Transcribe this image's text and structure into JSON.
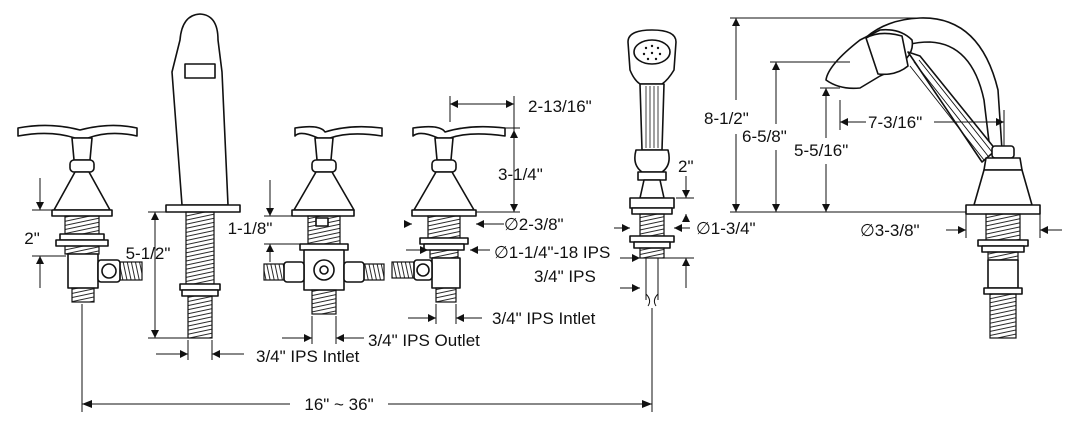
{
  "dimensions": {
    "valve_height": "2\"",
    "spout_height": "5-1/2\"",
    "spout_inlet": "3/4\" IPS Intlet",
    "diverter_height": "1-1/8\"",
    "diverter_outlet": "3/4\" IPS Outlet",
    "valve_inlet": "3/4\" IPS Intlet",
    "handle_reach": "2-13/16\"",
    "handle_height": "3-1/4\"",
    "base_diameter": "∅2-3/8\"",
    "shank_thread": "∅1-1/4\"-18 IPS",
    "handshower_height": "2\"",
    "handshower_base": "∅1-3/4\"",
    "handshower_ips": "3/4\" IPS",
    "spread": "16\" ~ 36\"",
    "overall_height": "8-1/2\"",
    "height_2": "6-5/8\"",
    "height_3": "5-5/16\"",
    "reach": "7-3/16\"",
    "tub_spout_base": "∅3-3/8\""
  },
  "colors": {
    "line": "#111111",
    "background": "#ffffff"
  }
}
